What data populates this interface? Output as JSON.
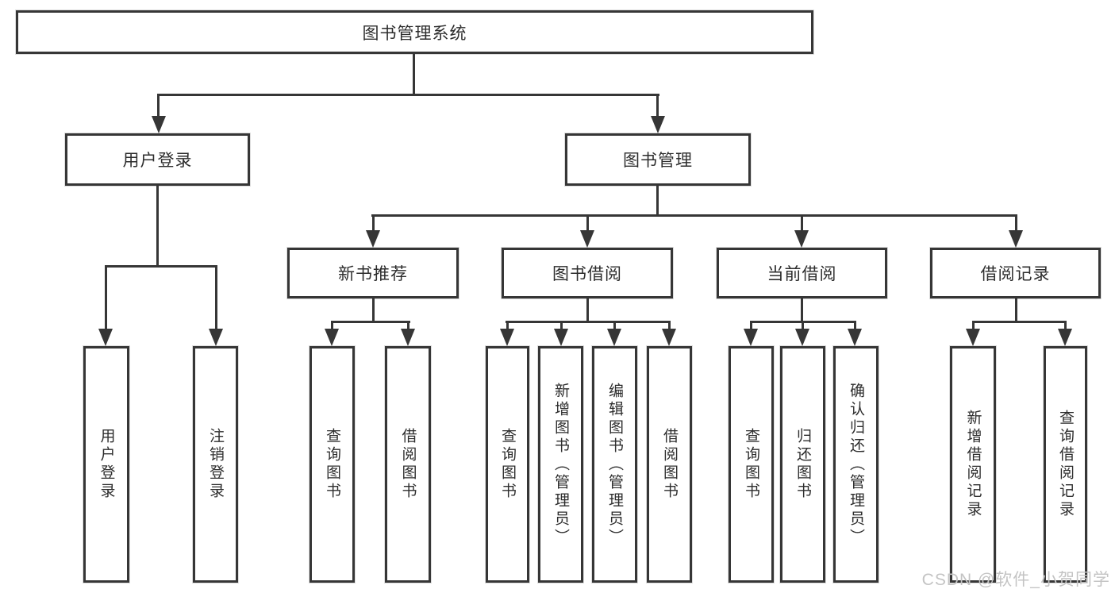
{
  "tree": {
    "label": "图书管理系统",
    "children": [
      {
        "label": "用户登录",
        "children": [
          {
            "label": "用户登录"
          },
          {
            "label": "注销登录"
          }
        ]
      },
      {
        "label": "图书管理",
        "children": [
          {
            "label": "新书推荐",
            "children": [
              {
                "label": "查询图书"
              },
              {
                "label": "借阅图书"
              }
            ]
          },
          {
            "label": "图书借阅",
            "children": [
              {
                "label": "查询图书"
              },
              {
                "label": "新增图书（管理员）"
              },
              {
                "label": "编辑图书（管理员）"
              },
              {
                "label": "借阅图书"
              }
            ]
          },
          {
            "label": "当前借阅",
            "children": [
              {
                "label": "查询图书"
              },
              {
                "label": "归还图书"
              },
              {
                "label": "确认归还（管理员）"
              }
            ]
          },
          {
            "label": "借阅记录",
            "children": [
              {
                "label": "新增借阅记录"
              },
              {
                "label": "查询借阅记录"
              }
            ]
          }
        ]
      }
    ]
  },
  "watermark": {
    "text": "CSDN @软件_小贺同学"
  },
  "colors": {
    "line": "#363636",
    "text": "#2d2d2d",
    "watermark": "#c4c4c4"
  }
}
